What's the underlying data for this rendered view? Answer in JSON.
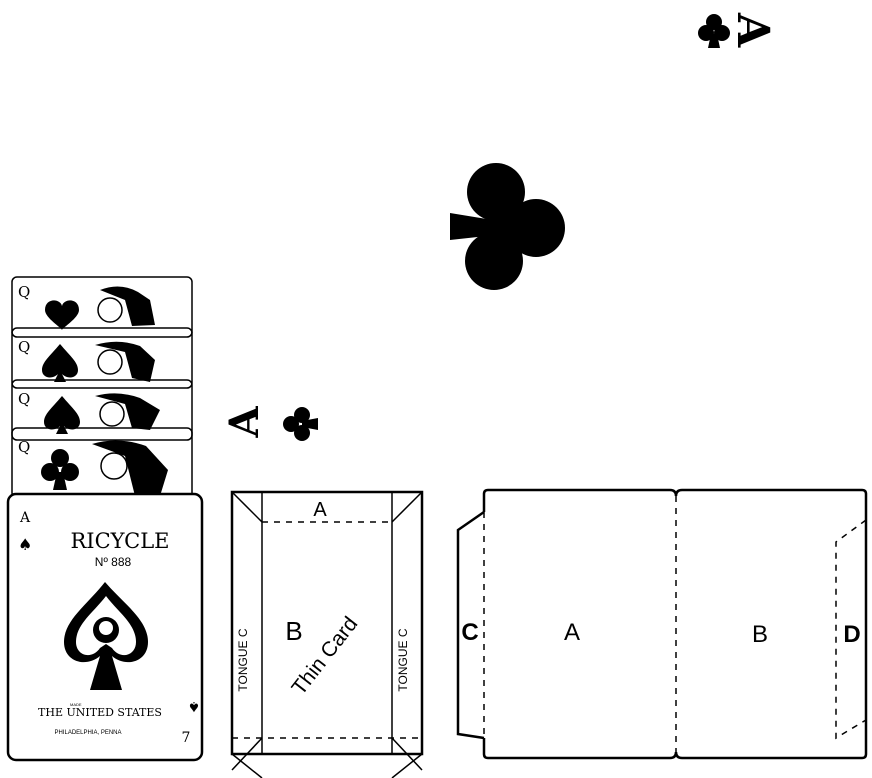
{
  "corner_mark": {
    "rank": "A",
    "suit": "♣"
  },
  "center_suit": "♣",
  "middle_mark": {
    "rank": "A",
    "suit": "♣"
  },
  "fan_cards": [
    {
      "rank": "Q",
      "suit": "♥"
    },
    {
      "rank": "Q",
      "suit": "♠"
    },
    {
      "rank": "Q",
      "suit": "♠"
    },
    {
      "rank": "Q",
      "suit": "♣"
    }
  ],
  "bicycle_card": {
    "corner_rank": "A",
    "corner_suit": "♠",
    "brand": "RICYCLE",
    "number": "Nº 888",
    "made_text": "MADE",
    "maker_line1": "THE UNITED STATES",
    "maker_line2": "PHILADELPHIA, PENNA",
    "bottom_rank": "7"
  },
  "box_diagram": {
    "top_label": "A",
    "center_label_1": "B",
    "center_label_2": "Thin Card",
    "left_tongue": "TONGUE C",
    "right_tongue": "TONGUE C"
  },
  "folder_diagram": {
    "flap_c": "C",
    "panel_a": "A",
    "panel_b": "B",
    "flap_d": "D"
  }
}
